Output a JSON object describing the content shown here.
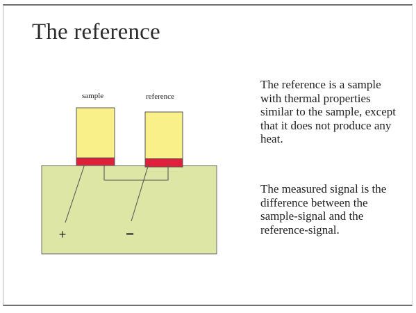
{
  "slide": {
    "title": "The reference",
    "paragraphs": [
      "The reference is a sample with thermal properties similar to the sample, except that it does not produce any heat.",
      "The measured signal is the difference between the sample-signal and the reference-signal."
    ]
  },
  "diagram": {
    "labels": {
      "sample": "sample",
      "reference": "reference",
      "plus": "+",
      "minus": "−"
    },
    "colors": {
      "base": "#dde6a4",
      "block": "#faf08a",
      "sensor": "#e0203a",
      "wire": "#5a5a5a"
    }
  }
}
